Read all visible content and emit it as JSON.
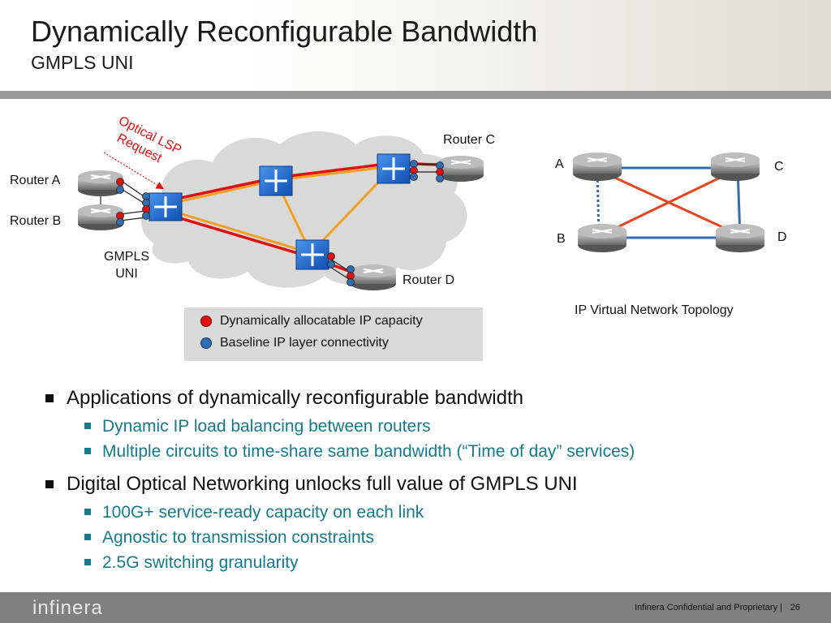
{
  "slide": {
    "title": "Dynamically Reconfigurable Bandwidth",
    "subtitle": "GMPLS UNI"
  },
  "diagram": {
    "router_a": "Router A",
    "router_b": "Router B",
    "router_c": "Router C",
    "router_d": "Router D",
    "gmpls_uni": [
      "GMPLS",
      "UNI"
    ],
    "optical_lsp": [
      "Optical LSP",
      "Request"
    ],
    "legend": {
      "red": "Dynamically allocatable IP capacity",
      "blue": "Baseline IP layer connectivity"
    },
    "topology": {
      "a": "A",
      "b": "B",
      "c": "C",
      "d": "D",
      "caption": "IP Virtual Network Topology"
    },
    "colors": {
      "red": "#e01010",
      "blue": "#2f6eb5",
      "orange": "#f2a01e",
      "cloud": "#d9d9d9",
      "switch": "#1f6fd8"
    }
  },
  "bullets": [
    {
      "text": "Applications of dynamically reconfigurable bandwidth",
      "sub": [
        "Dynamic IP load balancing between routers",
        "Multiple circuits to time-share same bandwidth (“Time of day” services)"
      ]
    },
    {
      "text": "Digital Optical Networking unlocks full value of GMPLS UNI",
      "sub": [
        "100G+ service-ready capacity on each link",
        "Agnostic to transmission constraints",
        "2.5G switching granularity"
      ]
    }
  ],
  "footer": {
    "logo": "infinera",
    "confidential": "Infinera Confidential and Proprietary |",
    "page": "26"
  }
}
